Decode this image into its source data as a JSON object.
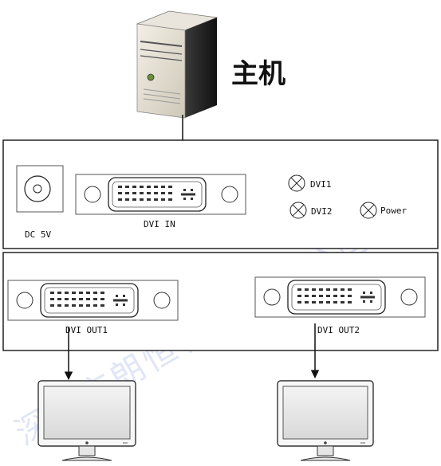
{
  "host": {
    "label": "主机",
    "icon": "computer-tower-icon"
  },
  "splitter_input": {
    "dc_label": "DC 5V",
    "dvi_in_label": "DVI IN",
    "leds": [
      {
        "label": "DVI1"
      },
      {
        "label": "DVI2"
      },
      {
        "label": "Power"
      }
    ]
  },
  "splitter_output": {
    "out1_label": "DVI OUT1",
    "out2_label": "DVI OUT2"
  },
  "monitors": [
    {
      "icon": "monitor-icon"
    },
    {
      "icon": "monitor-icon"
    }
  ],
  "watermark": {
    "text": "深圳市朗恒科技有限公司"
  },
  "colors": {
    "line": "#111111",
    "watermark": "#c9d2f0",
    "tower": "#e8e2d4"
  }
}
